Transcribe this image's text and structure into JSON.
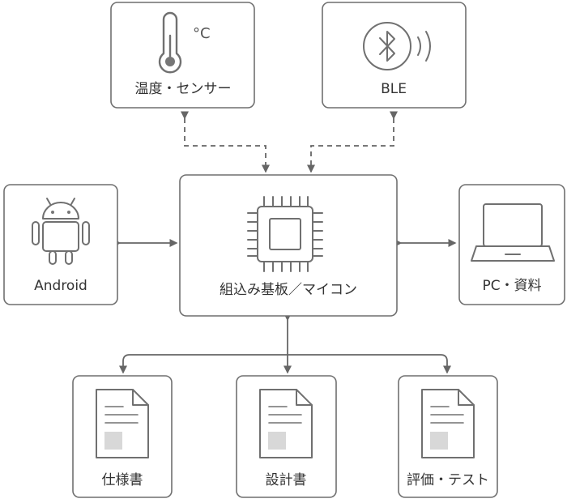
{
  "nodes": {
    "temp_sensor": {
      "label": "温度・センサー",
      "unit": "°C"
    },
    "ble": {
      "label": "BLE"
    },
    "android": {
      "label": "Android"
    },
    "board": {
      "label": "組込み基板／マイコン"
    },
    "pc": {
      "label": "PC・資料"
    },
    "spec": {
      "label": "仕様書"
    },
    "design": {
      "label": "設計書"
    },
    "test": {
      "label": "評価・テスト"
    }
  },
  "colors": {
    "stroke": "#6f6f6f",
    "icon": "#707070",
    "text": "#333333",
    "background": "#ffffff"
  },
  "icons": [
    "thermometer-icon",
    "bluetooth-icon",
    "android-icon",
    "chip-icon",
    "laptop-icon",
    "document-icon"
  ]
}
